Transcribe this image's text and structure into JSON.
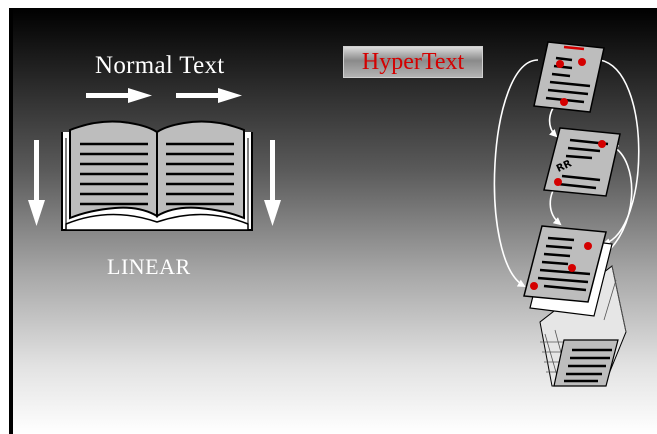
{
  "labels": {
    "normal_text": "Normal Text",
    "linear": "LINEAR",
    "hypertext": "HyperText",
    "page_tag": "RR"
  },
  "colors": {
    "hyperlink_dot": "#d40000",
    "hypertext_text": "#d40000",
    "page_fill": "#bdbdbd",
    "text_line": "#000000",
    "arrow": "#ffffff"
  },
  "icons": [
    "book-icon",
    "arrow-right-icon",
    "arrow-down-icon",
    "document-page-icon",
    "document-stack-icon"
  ]
}
